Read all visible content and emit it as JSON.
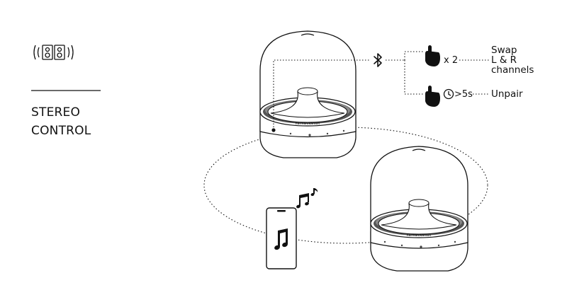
{
  "title": {
    "line1": "STEREO",
    "line2": "CONTROL"
  },
  "icons": {
    "stereo": "stereo-speakers-icon",
    "bluetooth": "bluetooth-icon",
    "tap": "finger-tap-icon",
    "clock": "clock-icon",
    "music_notes": "music-notes-icon",
    "music_note": "music-note-icon"
  },
  "actions": {
    "double_tap": {
      "count_label": "x 2",
      "result_lines": [
        "Swap",
        "L & R",
        "channels"
      ]
    },
    "long_press": {
      "duration_label": ">5s",
      "result": "Unpair"
    }
  },
  "speakers": {
    "brand": "harman/kardon"
  },
  "colors": {
    "line": "#111111",
    "background": "#ffffff"
  }
}
